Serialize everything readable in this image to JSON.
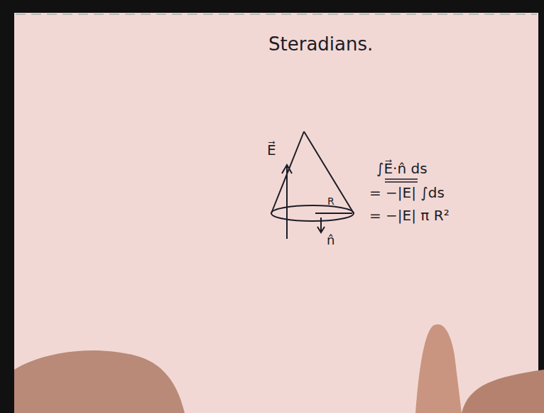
{
  "diagram": {
    "title": "Steradians.",
    "labels": [
      "E⃗",
      "R",
      "n̂",
      "∫E⃗·n̂ ds",
      "= −|E| ∫ds",
      "= −|E| π R²"
    ]
  }
}
